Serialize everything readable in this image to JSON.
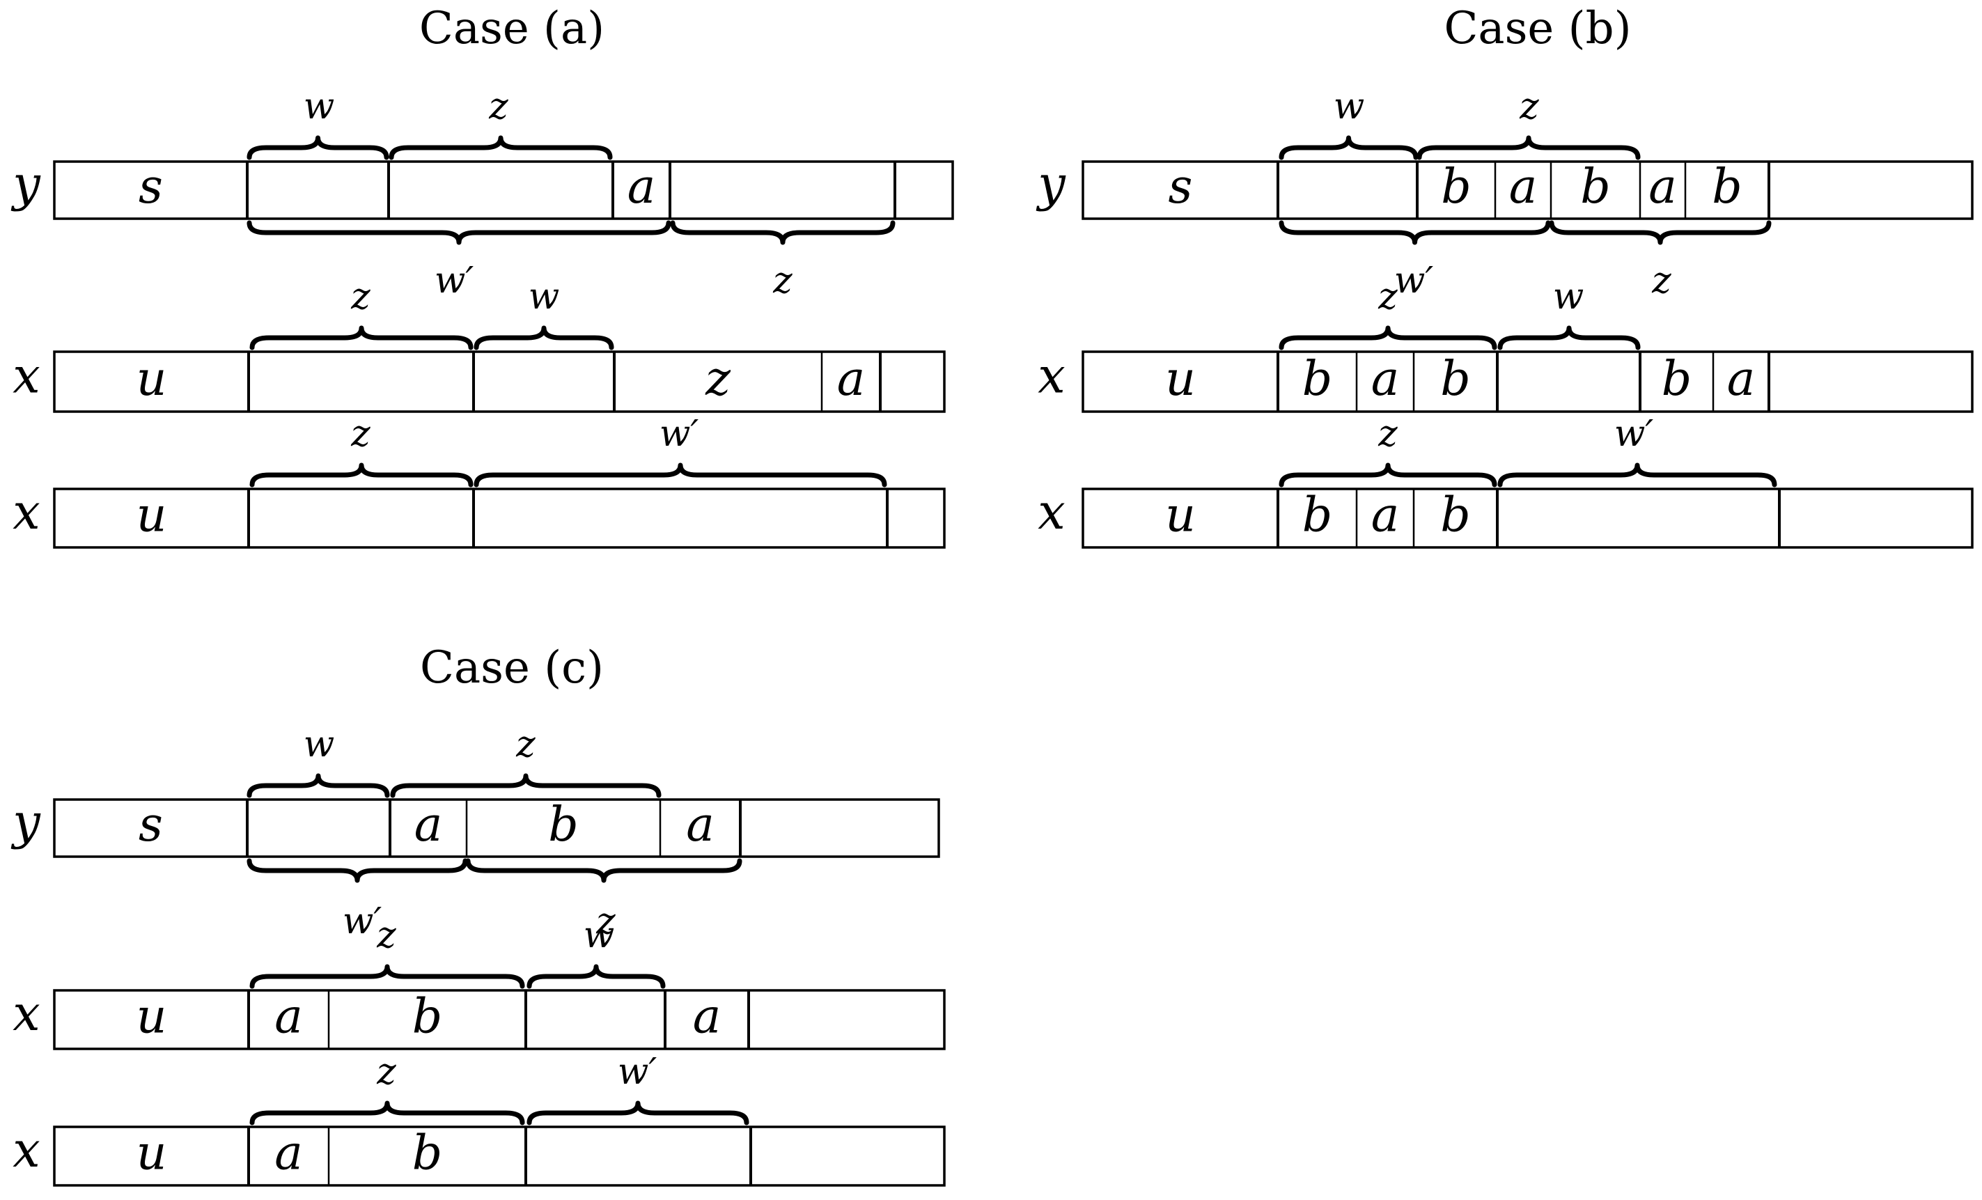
{
  "diagram": {
    "panels": [
      {
        "id": "case-a",
        "title": "Case (a)",
        "rows": [
          {
            "id": "a-y",
            "label": "y",
            "segments": [
              "s",
              "",
              "",
              "a",
              "",
              ""
            ],
            "braces_above": [
              "w",
              "z"
            ],
            "braces_below": [
              "w′",
              "z"
            ]
          },
          {
            "id": "a-x1",
            "label": "x",
            "segments": [
              "u",
              "",
              "",
              "z",
              "a",
              ""
            ],
            "braces_above": [
              "z",
              "w"
            ]
          },
          {
            "id": "a-x2",
            "label": "x",
            "segments": [
              "u",
              "",
              "",
              ""
            ],
            "braces_above": [
              "z",
              "w′"
            ]
          }
        ]
      },
      {
        "id": "case-b",
        "title": "Case (b)",
        "rows": [
          {
            "id": "b-y",
            "label": "y",
            "segments": [
              "s",
              "",
              "b",
              "a",
              "b",
              "a",
              "b",
              ""
            ],
            "braces_above": [
              "w",
              "z"
            ],
            "braces_below": [
              "w′",
              "z"
            ]
          },
          {
            "id": "b-x1",
            "label": "x",
            "segments": [
              "u",
              "b",
              "a",
              "b",
              "",
              "b",
              "a",
              ""
            ],
            "braces_above": [
              "z",
              "w"
            ]
          },
          {
            "id": "b-x2",
            "label": "x",
            "segments": [
              "u",
              "b",
              "a",
              "b",
              "",
              ""
            ],
            "braces_above": [
              "z",
              "w′"
            ]
          }
        ]
      },
      {
        "id": "case-c",
        "title": "Case (c)",
        "rows": [
          {
            "id": "c-y",
            "label": "y",
            "segments": [
              "s",
              "",
              "a",
              "b",
              "a",
              ""
            ],
            "braces_above": [
              "w",
              "z"
            ],
            "braces_below": [
              "w′",
              "z"
            ]
          },
          {
            "id": "c-x1",
            "label": "x",
            "segments": [
              "u",
              "a",
              "b",
              "",
              "a",
              ""
            ],
            "braces_above": [
              "z",
              "w"
            ]
          },
          {
            "id": "c-x2",
            "label": "x",
            "segments": [
              "u",
              "a",
              "b",
              "",
              ""
            ],
            "braces_above": [
              "z",
              "w′"
            ]
          }
        ]
      }
    ]
  }
}
